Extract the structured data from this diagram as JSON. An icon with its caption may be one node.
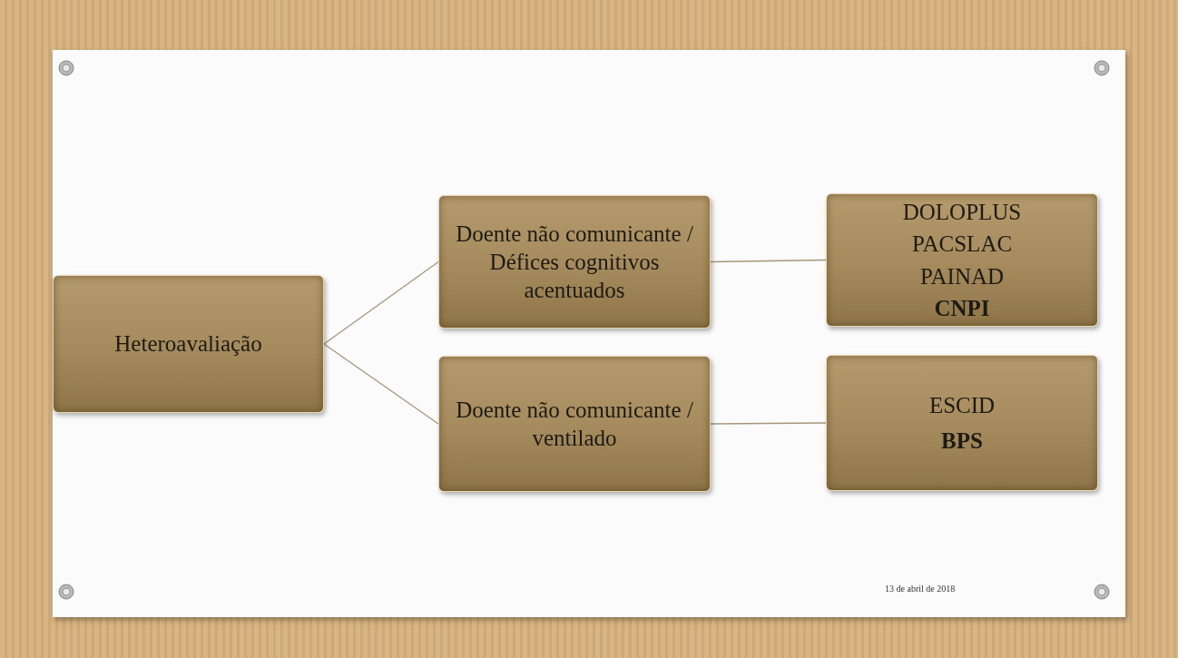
{
  "diagram": {
    "nodes": [
      {
        "text": [
          "Heteroavaliação"
        ]
      },
      {
        "text": [
          "Doente não comunicante / Défices cognitivos acentuados"
        ]
      },
      {
        "text": [
          "Doente não comunicante / ventilado"
        ]
      },
      {
        "text": [
          "DOLOPLUS",
          "PACSLAC",
          "PAINAD",
          "CNPI"
        ]
      },
      {
        "text": [
          "ESCID",
          "BPS"
        ]
      }
    ],
    "edges": [
      {
        "from": 0,
        "to": 1,
        "arrow": "none"
      },
      {
        "from": 0,
        "to": 2,
        "arrow": "none"
      },
      {
        "from": 1,
        "to": 3,
        "arrow": "none"
      },
      {
        "from": 2,
        "to": 4,
        "arrow": "none"
      }
    ],
    "labels": [
      "13 de abril de 2018"
    ]
  }
}
